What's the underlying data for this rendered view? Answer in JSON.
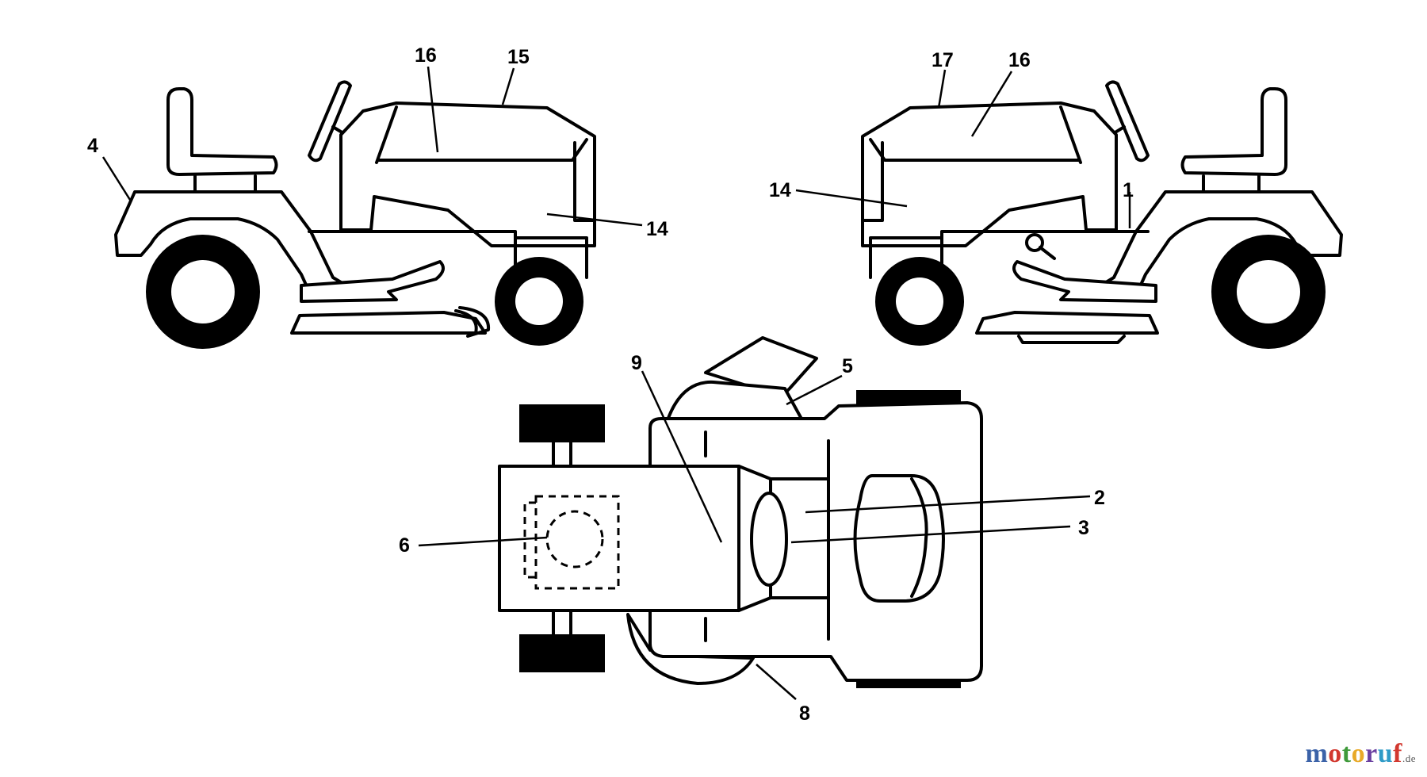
{
  "diagram": {
    "callouts": {
      "left_tractor": {
        "seat_label": "4",
        "hood_top": "16",
        "hood_rear": "15",
        "hood_side": "14"
      },
      "right_tractor": {
        "hood_rear": "17",
        "hood_top": "16",
        "hood_side": "14",
        "frame": "1"
      },
      "top_view": {
        "hood_top": "9",
        "chute": "5",
        "panel_upper": "2",
        "panel_lower": "3",
        "battery": "6",
        "deck": "8"
      }
    }
  },
  "watermark": {
    "letters": [
      "m",
      "o",
      "t",
      "o",
      "r",
      "u",
      "f"
    ],
    "colors": [
      "#3b62a8",
      "#d2382f",
      "#3f9a3a",
      "#e8a928",
      "#6a3fa0",
      "#2f9bc7",
      "#d2382f"
    ],
    "suffix": ".de"
  }
}
